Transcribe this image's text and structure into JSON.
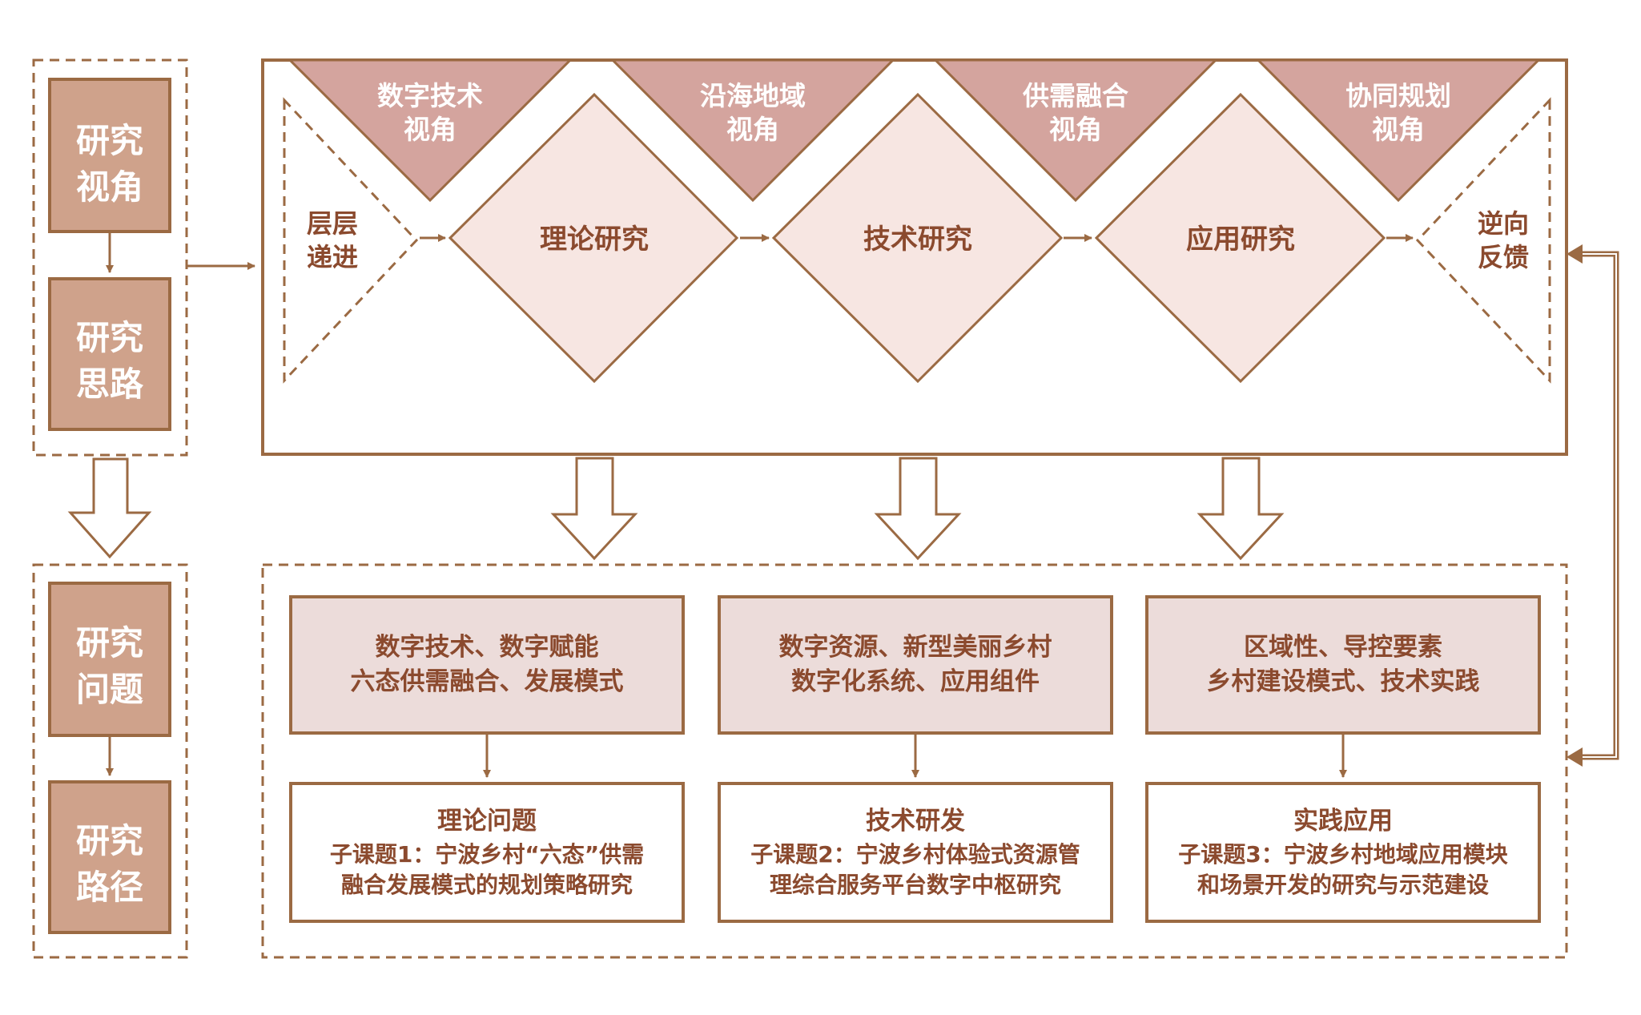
{
  "left_column": {
    "box_perspective": [
      "研究",
      "视角"
    ],
    "box_thinking": [
      "研究",
      "思路"
    ],
    "box_problem": [
      "研究",
      "问题"
    ],
    "box_path": [
      "研究",
      "路径"
    ]
  },
  "top_panel": {
    "perspectives": [
      [
        "数字技术",
        "视角"
      ],
      [
        "沿海地域",
        "视角"
      ],
      [
        "供需融合",
        "视角"
      ],
      [
        "协同规划",
        "视角"
      ]
    ],
    "left_triangle": [
      "层层",
      "递进"
    ],
    "right_triangle": [
      "逆向",
      "反馈"
    ],
    "diamonds": [
      "理论研究",
      "技术研究",
      "应用研究"
    ]
  },
  "bottom_panel": {
    "topics": [
      [
        "数字技术、数字赋能",
        "六态供需融合、发展模式"
      ],
      [
        "数字资源、新型美丽乡村",
        "数字化系统、应用组件"
      ],
      [
        "区域性、导控要素",
        "乡村建设模式、技术实践"
      ]
    ],
    "outcomes": [
      {
        "title": "理论问题",
        "lines": [
          "子课题1：宁波乡村“六态”供需",
          "融合发展模式的规划策略研究"
        ]
      },
      {
        "title": "技术研发",
        "lines": [
          "子课题2：宁波乡村体验式资源管",
          "理综合服务平台数字中枢研究"
        ]
      },
      {
        "title": "实践应用",
        "lines": [
          "子课题3：宁波乡村地域应用模块",
          "和场景开发的研究与示范建设"
        ]
      }
    ]
  },
  "colors": {
    "stroke": "#9b6a43",
    "left_box_fill": "#cfa28b",
    "perspective_fill": "#d4a49e",
    "diamond_fill": "#f7e6e2",
    "topic_fill": "#ecdcda",
    "text_brown": "#8b4a2e",
    "text_white": "#ffffff"
  }
}
